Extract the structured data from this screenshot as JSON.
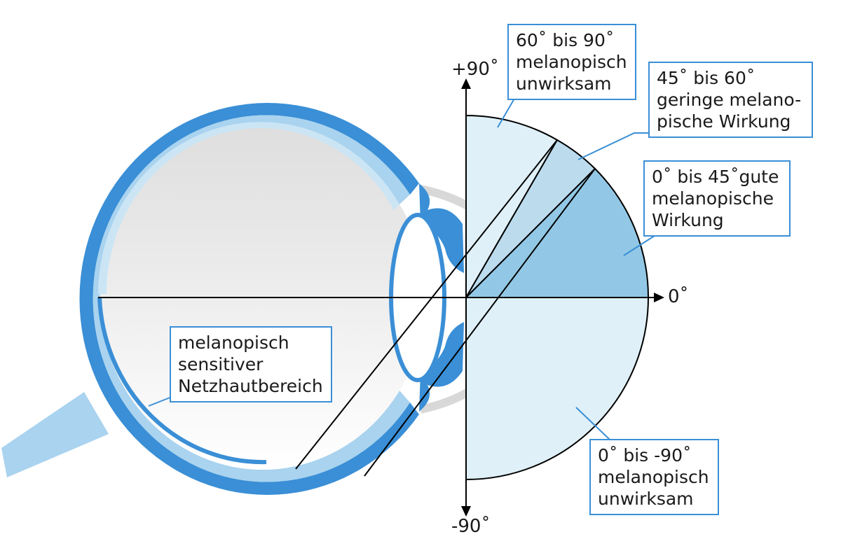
{
  "axis": {
    "top_label": "+90˚",
    "bottom_label": "-90˚",
    "right_label": "0˚"
  },
  "callouts": {
    "band_60_90": [
      "60˚ bis 90˚",
      "melanopisch",
      "unwirksam"
    ],
    "band_45_60": [
      "45˚ bis 60˚",
      "geringe melano-",
      "pische Wirkung"
    ],
    "band_0_45": [
      "0˚ bis 45˚gute",
      "melanopische",
      "Wirkung"
    ],
    "band_0_minus90": [
      "0˚ bis -90˚",
      "melanopisch",
      "unwirksam"
    ],
    "retina_area": [
      "melanopisch",
      "sensitiver",
      "Netzhautbereich"
    ]
  },
  "colors": {
    "sclera_blue": "#3a8fd6",
    "choroid_light": "#a9d3ef",
    "retina_pale": "#cbe5f5",
    "sector_unwirksam": "#dff0f8",
    "sector_gering": "#bcdcee",
    "sector_gut": "#92c8e5",
    "eye_interior": "#e6e6e6",
    "axis": "#000000"
  }
}
